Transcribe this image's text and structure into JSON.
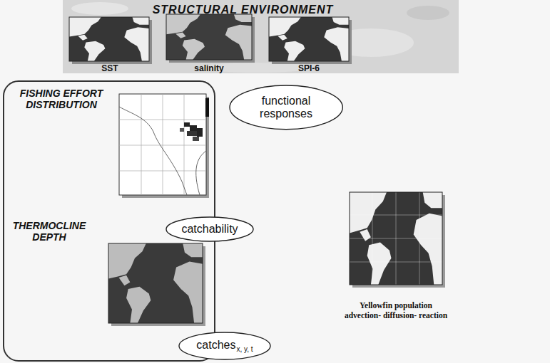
{
  "diagram": {
    "nodes": [
      {
        "text": [
          "STRUCTURAL ENVIRONMENT"
        ]
      },
      {
        "text": [
          "SST"
        ],
        "in": 0
      },
      {
        "text": [
          "salinity"
        ],
        "in": 0
      },
      {
        "text": [
          "SPI-6"
        ],
        "in": 0
      },
      {
        "text": [
          "FISHING EFFORT DISTRIBUTION",
          "THERMOCLINE DEPTH"
        ]
      },
      {
        "text": [
          "functional responses"
        ]
      },
      {
        "text": [
          "catchability"
        ]
      },
      {
        "text": [
          "catches",
          "x, y, t"
        ]
      },
      {
        "text": [
          "Yellowfin population advection- diffusion- reaction"
        ]
      }
    ]
  }
}
